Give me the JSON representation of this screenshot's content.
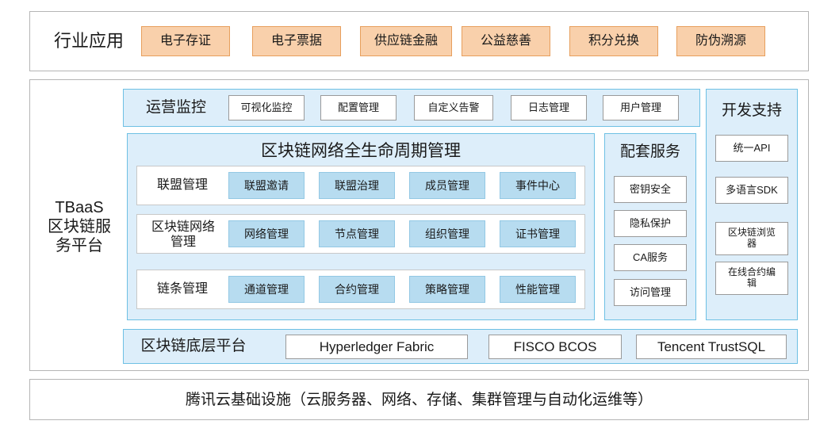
{
  "diagram": {
    "title_implicit": "TBaaS 区块链服务平台架构图",
    "colors": {
      "orange_fill": "#f9d0ab",
      "orange_border": "#e79f5d",
      "blue_fill": "#b7dcf0",
      "blue_border": "#93c8e4",
      "panel_fill": "#ddeefa",
      "panel_border": "#6ec0e4",
      "white_fill": "#ffffff",
      "gray_border": "#b5b5b5"
    }
  },
  "industry": {
    "label": "行业应用",
    "items": [
      {
        "label": "电子存证"
      },
      {
        "label": "电子票据"
      },
      {
        "label": "供应链金融"
      },
      {
        "label": "公益慈善"
      },
      {
        "label": "积分兑换"
      },
      {
        "label": "防伪溯源"
      }
    ]
  },
  "platform": {
    "brand_lines": [
      "TBaaS",
      "区块链服",
      "务平台"
    ],
    "ops": {
      "label": "运营监控",
      "items": [
        {
          "label": "可视化监控"
        },
        {
          "label": "配置管理"
        },
        {
          "label": "自定义告警"
        },
        {
          "label": "日志管理"
        },
        {
          "label": "用户管理"
        }
      ]
    },
    "lifecycle": {
      "title": "区块链网络全生命周期管理",
      "rows": [
        {
          "label": "联盟管理",
          "items": [
            {
              "label": "联盟邀请"
            },
            {
              "label": "联盟治理"
            },
            {
              "label": "成员管理"
            },
            {
              "label": "事件中心"
            }
          ]
        },
        {
          "label": "区块链网络\n管理",
          "label_lines": [
            "区块链网络",
            "管理"
          ],
          "items": [
            {
              "label": "网络管理"
            },
            {
              "label": "节点管理"
            },
            {
              "label": "组织管理"
            },
            {
              "label": "证书管理"
            }
          ]
        },
        {
          "label": "链条管理",
          "items": [
            {
              "label": "通道管理"
            },
            {
              "label": "合约管理"
            },
            {
              "label": "策略管理"
            },
            {
              "label": "性能管理"
            }
          ]
        }
      ]
    },
    "support_services": {
      "title": "配套服务",
      "items": [
        {
          "label": "密钥安全"
        },
        {
          "label": "隐私保护"
        },
        {
          "label": "CA服务"
        },
        {
          "label": "访问管理"
        }
      ]
    },
    "dev_support": {
      "title": "开发支持",
      "items": [
        {
          "label": "统一API"
        },
        {
          "label": "多语言SDK"
        },
        {
          "label": "区块链浏览\n器",
          "label_lines": [
            "区块链浏览",
            "器"
          ]
        },
        {
          "label": "在线合约编\n辑",
          "label_lines": [
            "在线合约编",
            "辑"
          ]
        }
      ]
    },
    "underlying": {
      "label": "区块链底层平台",
      "items": [
        {
          "label": "Hyperledger Fabric"
        },
        {
          "label": "FISCO BCOS"
        },
        {
          "label": "Tencent TrustSQL"
        }
      ]
    }
  },
  "infrastructure": {
    "label": "腾讯云基础设施（云服务器、网络、存储、集群管理与自动化运维等）"
  }
}
